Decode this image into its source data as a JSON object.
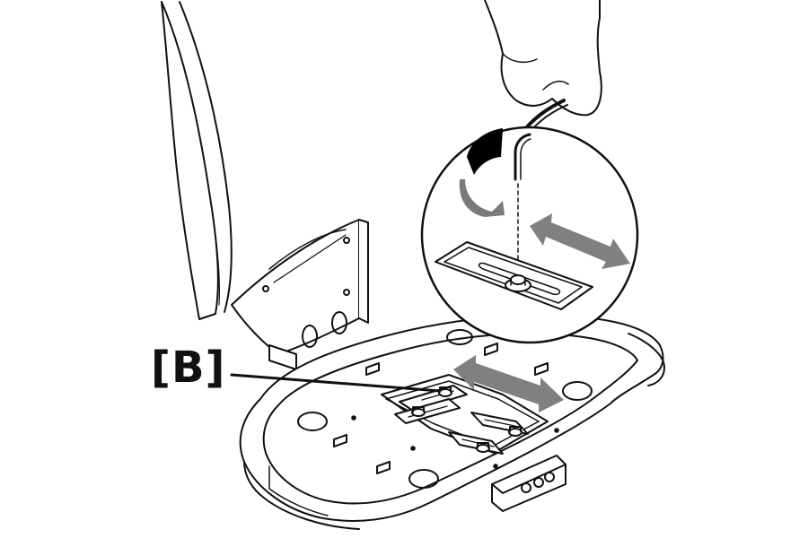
{
  "diagram": {
    "callout": {
      "label": "[B]"
    },
    "colors": {
      "ink": "#111111",
      "arrow_fill": "#808080",
      "rotate_arrow_dark": "#000000",
      "rotate_arrow_grey": "#7a7a7a",
      "background": "#ffffff"
    },
    "icons": {
      "adjustment_arrow": "double-headed-arrow",
      "rotation_arrow": "curved-rotate-arrow",
      "tool": "hex-key"
    }
  }
}
